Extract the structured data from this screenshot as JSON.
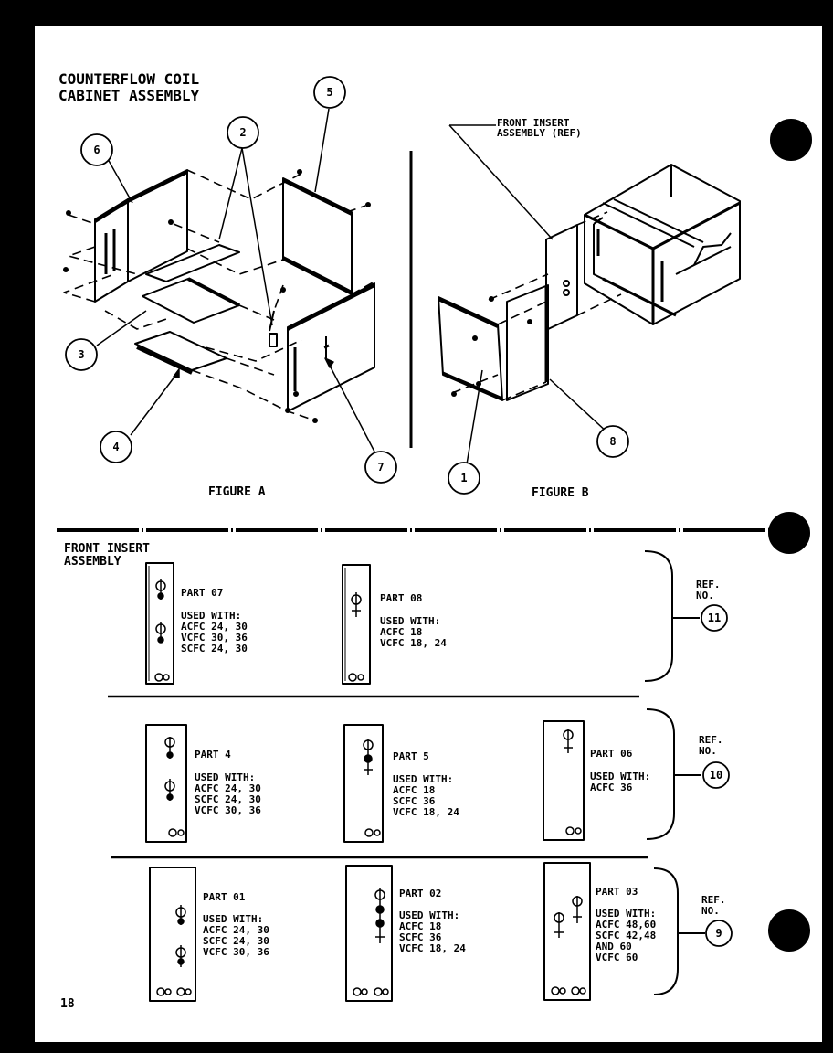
{
  "title_line1": "COUNTERFLOW COIL",
  "title_line2": "CABINET ASSEMBLY",
  "figure_a_label": "FIGURE A",
  "figure_b_label": "FIGURE B",
  "front_insert_ref_line1": "FRONT INSERT",
  "front_insert_ref_line2": "ASSEMBLY (REF)",
  "section_title_line1": "FRONT INSERT",
  "section_title_line2": "ASSEMBLY",
  "page_number": "18",
  "callouts": [
    "1",
    "2",
    "3",
    "4",
    "5",
    "6",
    "7",
    "8"
  ],
  "ref_groups": [
    {
      "ref_label": "REF.\nNO.",
      "ref_number": "11"
    },
    {
      "ref_label": "REF.\nNO.",
      "ref_number": "10"
    },
    {
      "ref_label": "REF.\nNO.",
      "ref_number": "9"
    }
  ],
  "parts": [
    {
      "part": "PART 07",
      "used_with": "USED WITH:\nACFC 24, 30\nVCFC 30, 36\nSCFC 24, 30"
    },
    {
      "part": "PART 08",
      "used_with": "USED WITH:\nACFC 18\nVCFC 18, 24"
    },
    {
      "part": "PART 4",
      "used_with": "USED WITH:\nACFC 24, 30\nSCFC 24, 30\nVCFC 30, 36"
    },
    {
      "part": "PART 5",
      "used_with": "USED WITH:\nACFC 18\nSCFC 36\nVCFC 18, 24"
    },
    {
      "part": "PART 06",
      "used_with": "USED WITH:\nACFC 36"
    },
    {
      "part": "PART 01",
      "used_with": "USED WITH:\nACFC 24, 30\nSCFC 24, 30\nVCFC 30, 36"
    },
    {
      "part": "PART 02",
      "used_with": "USED WITH:\nACFC 18\nSCFC 36\nVCFC 18, 24"
    },
    {
      "part": "PART 03",
      "used_with": "USED WITH:\nACFC 48,60\nSCFC 42,48\nAND 60\nVCFC 60"
    }
  ]
}
